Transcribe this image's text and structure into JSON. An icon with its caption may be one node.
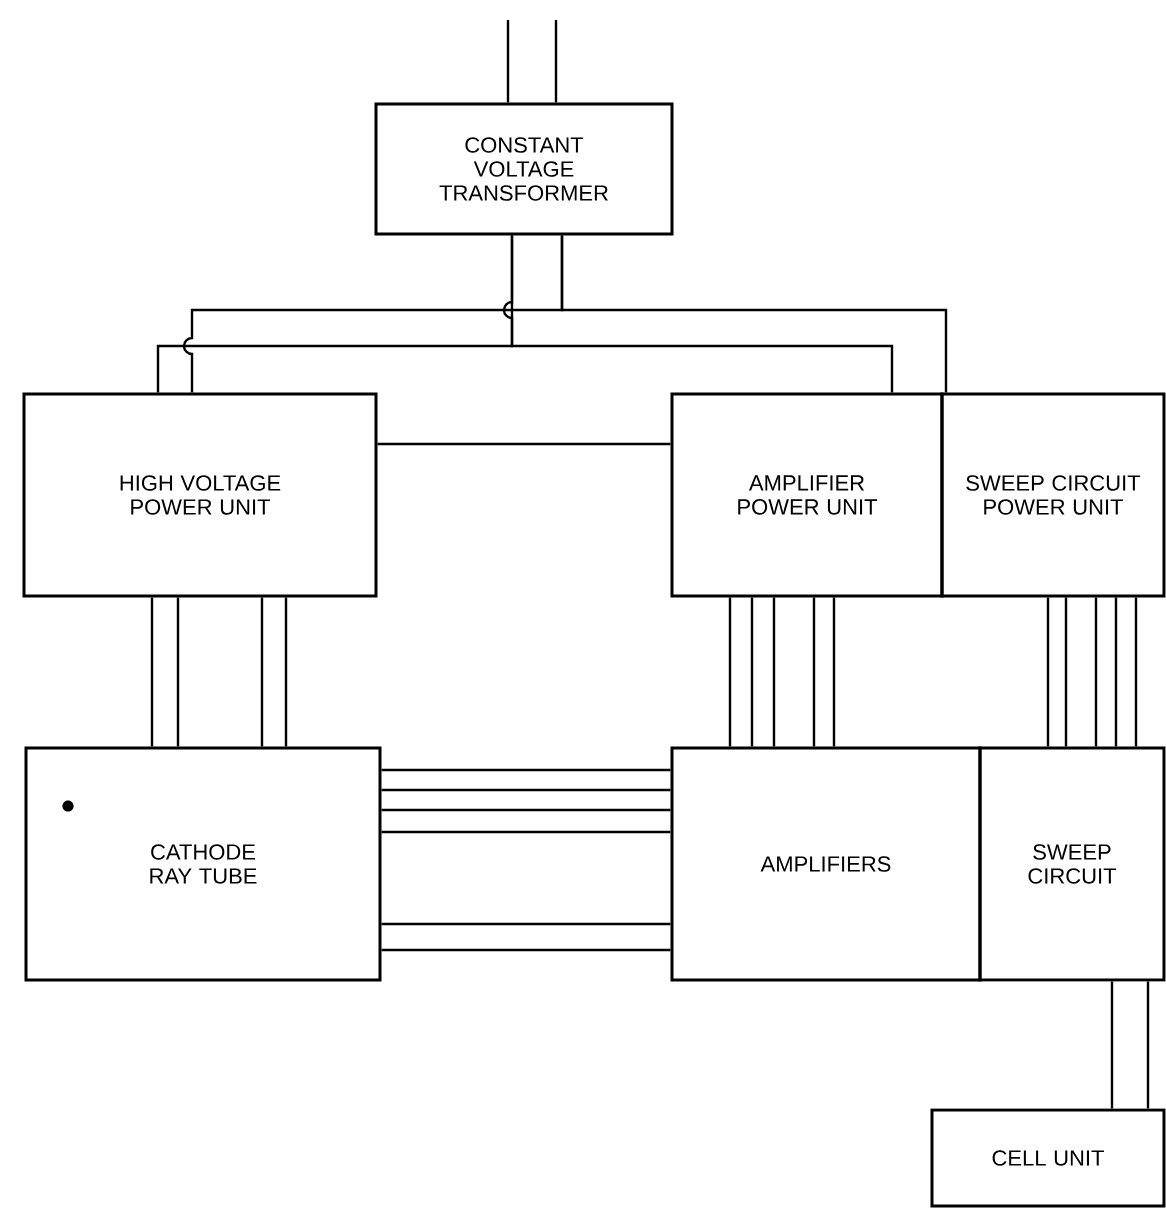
{
  "diagram": {
    "nodes": [
      {
        "text": [
          "CONSTANT VOLTAGE TRANSFORMER"
        ]
      },
      {
        "text": [
          "HIGH VOLTAGE POWER UNIT"
        ]
      },
      {
        "text": [
          "AMPLIFIER POWER UNIT"
        ]
      },
      {
        "text": [
          "SWEEP CIRCUIT POWER UNIT"
        ]
      },
      {
        "text": [
          "CATHODE RAY TUBE"
        ]
      },
      {
        "text": [
          "AMPLIFIERS"
        ]
      },
      {
        "text": [
          "SWEEP CIRCUIT"
        ]
      },
      {
        "text": [
          "CELL UNIT"
        ]
      }
    ],
    "edges": [
      {
        "from": null,
        "to": 0,
        "arrow": "none"
      },
      {
        "from": null,
        "to": 0,
        "arrow": "none"
      },
      {
        "from": 0,
        "to": 1,
        "arrow": "none"
      },
      {
        "from": 0,
        "to": 2,
        "arrow": "none"
      },
      {
        "from": 0,
        "to": 1,
        "arrow": "none"
      },
      {
        "from": 0,
        "to": 3,
        "arrow": "none"
      },
      {
        "from": 1,
        "to": 2,
        "arrow": "none"
      },
      {
        "from": 1,
        "to": 4,
        "arrow": "none"
      },
      {
        "from": 1,
        "to": 4,
        "arrow": "none"
      },
      {
        "from": 1,
        "to": 4,
        "arrow": "none"
      },
      {
        "from": 1,
        "to": 4,
        "arrow": "none"
      },
      {
        "from": 2,
        "to": 5,
        "arrow": "none"
      },
      {
        "from": 2,
        "to": 5,
        "arrow": "none"
      },
      {
        "from": 2,
        "to": 5,
        "arrow": "none"
      },
      {
        "from": 2,
        "to": 5,
        "arrow": "none"
      },
      {
        "from": 2,
        "to": 5,
        "arrow": "none"
      },
      {
        "from": 3,
        "to": 6,
        "arrow": "none"
      },
      {
        "from": 3,
        "to": 6,
        "arrow": "none"
      },
      {
        "from": 3,
        "to": 6,
        "arrow": "none"
      },
      {
        "from": 3,
        "to": 6,
        "arrow": "none"
      },
      {
        "from": 3,
        "to": 6,
        "arrow": "none"
      },
      {
        "from": 4,
        "to": 5,
        "arrow": "none"
      },
      {
        "from": 4,
        "to": 5,
        "arrow": "none"
      },
      {
        "from": 4,
        "to": 5,
        "arrow": "none"
      },
      {
        "from": 4,
        "to": 5,
        "arrow": "none"
      },
      {
        "from": 4,
        "to": 5,
        "arrow": "none"
      },
      {
        "from": 4,
        "to": 5,
        "arrow": "none"
      },
      {
        "from": 6,
        "to": 7,
        "arrow": "none"
      },
      {
        "from": 6,
        "to": 7,
        "arrow": "none"
      }
    ]
  }
}
